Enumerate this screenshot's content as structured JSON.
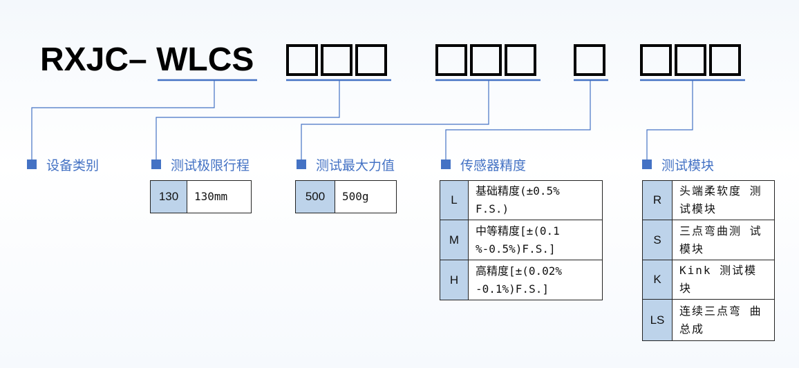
{
  "model": {
    "prefix": "RXJC– WLCS",
    "groups": [
      {
        "boxes": [
          "□",
          "□",
          "□"
        ]
      },
      {
        "boxes": [
          "□",
          "□",
          "□"
        ]
      },
      {
        "boxes": [
          "□"
        ]
      },
      {
        "boxes": [
          "□",
          "□",
          "□"
        ]
      }
    ]
  },
  "categories": [
    {
      "label": "设备类别"
    },
    {
      "label": "测试极限行程"
    },
    {
      "label": "测试最大力值"
    },
    {
      "label": "传感器精度"
    },
    {
      "label": "测试模块"
    }
  ],
  "stroke_table": [
    {
      "code": "130",
      "desc": "130mm"
    }
  ],
  "force_table": [
    {
      "code": "500",
      "desc": "500g"
    }
  ],
  "accuracy_table": [
    {
      "code": "L",
      "desc": "基础精度(±0.5% F.S.)"
    },
    {
      "code": "M",
      "desc": "中等精度[±(0.1 %-0.5%)F.S.]"
    },
    {
      "code": "H",
      "desc": "高精度[±(0.02% -0.1%)F.S.]"
    }
  ],
  "module_table": [
    {
      "code": "R",
      "desc": "头端柔软度 测试模块"
    },
    {
      "code": "S",
      "desc": "三点弯曲测 试模块"
    },
    {
      "code": "K",
      "desc": "Kink 测试模 块"
    },
    {
      "code": "LS",
      "desc": "连续三点弯 曲总成"
    }
  ],
  "colors": {
    "accent": "#4472c4",
    "code_cell": "#bdd3ea",
    "text": "#111111"
  }
}
